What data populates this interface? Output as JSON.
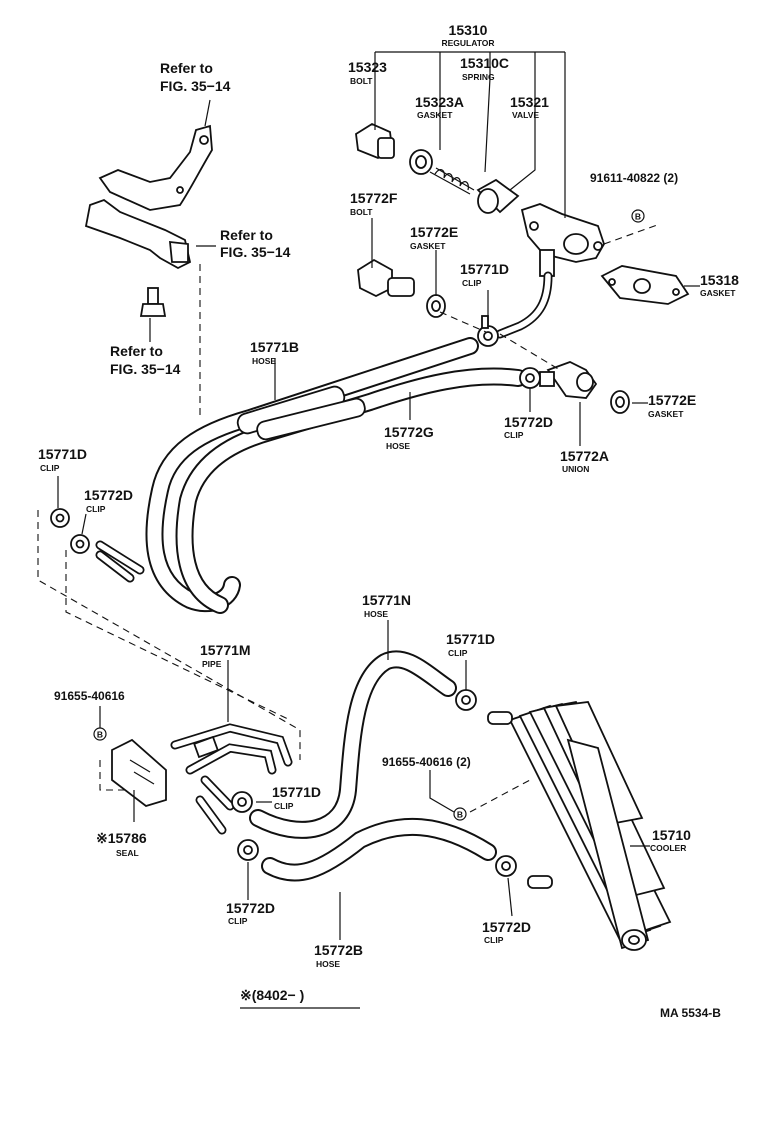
{
  "labels": {
    "p15310": {
      "num": "15310",
      "name": "REGULATOR"
    },
    "p15323": {
      "num": "15323",
      "name": "BOLT"
    },
    "p15323A": {
      "num": "15323A",
      "name": "GASKET"
    },
    "p15310C": {
      "num": "15310C",
      "name": "SPRING"
    },
    "p15321": {
      "num": "15321",
      "name": "VALVE"
    },
    "p91611": {
      "num": "91611-40822 (2)"
    },
    "p15772F": {
      "num": "15772F",
      "name": "BOLT"
    },
    "p15772E_top": {
      "num": "15772E",
      "name": "GASKET"
    },
    "p15771D_top": {
      "num": "15771D",
      "name": "CLIP"
    },
    "p15318": {
      "num": "15318",
      "name": "GASKET"
    },
    "p15771B": {
      "num": "15771B",
      "name": "HOSE"
    },
    "p15772E_right": {
      "num": "15772E",
      "name": "GASKET"
    },
    "p15772D_mid": {
      "num": "15772D",
      "name": "CLIP"
    },
    "p15772G": {
      "num": "15772G",
      "name": "HOSE"
    },
    "p15772A": {
      "num": "15772A",
      "name": "UNION"
    },
    "p15771D_left": {
      "num": "15771D",
      "name": "CLIP"
    },
    "p15772D_left": {
      "num": "15772D",
      "name": "CLIP"
    },
    "p15771N": {
      "num": "15771N",
      "name": "HOSE"
    },
    "p15771D_cooler": {
      "num": "15771D",
      "name": "CLIP"
    },
    "p15771M": {
      "num": "15771M",
      "name": "PIPE"
    },
    "p91655_left": {
      "num": "91655-40616"
    },
    "p91655_right": {
      "num": "91655-40616 (2)"
    },
    "p15771D_lower": {
      "num": "15771D",
      "name": "CLIP"
    },
    "p15786": {
      "num": "※15786",
      "name": "SEAL"
    },
    "p15710": {
      "num": "15710",
      "name": "COOLER"
    },
    "p15772D_lower": {
      "num": "15772D",
      "name": "CLIP"
    },
    "p15772D_cooler": {
      "num": "15772D",
      "name": "CLIP"
    },
    "p15772B": {
      "num": "15772B",
      "name": "HOSE"
    }
  },
  "refs": {
    "ref1": {
      "line1": "Refer to",
      "line2": "FIG. 35−14"
    },
    "ref2": {
      "line1": "Refer to",
      "line2": "FIG. 35−14"
    },
    "ref3": {
      "line1": "Refer to",
      "line2": "FIG. 35−14"
    }
  },
  "marks": {
    "b_letter": "B",
    "footnote": "※(8402−        )",
    "drawing_code": "MA  5534-B"
  }
}
